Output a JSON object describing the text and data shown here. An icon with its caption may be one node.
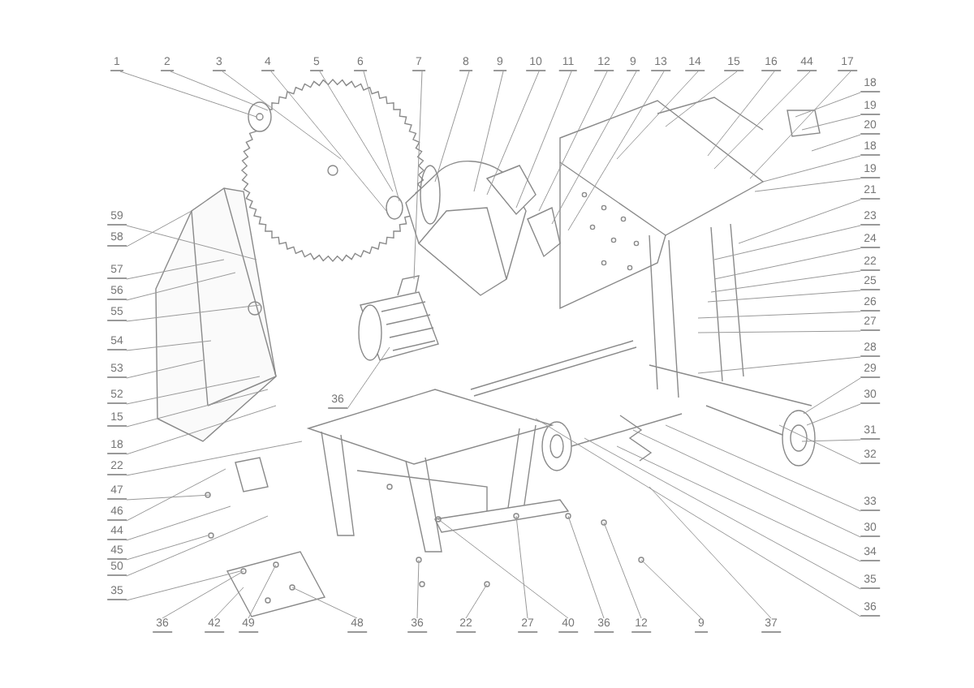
{
  "diagram": {
    "nodes": [
      {
        "text": [
          "1"
        ]
      },
      {
        "text": [
          "2"
        ]
      },
      {
        "text": [
          "3"
        ]
      },
      {
        "text": [
          "4"
        ]
      },
      {
        "text": [
          "5"
        ]
      },
      {
        "text": [
          "6"
        ]
      },
      {
        "text": [
          "7"
        ]
      },
      {
        "text": [
          "8"
        ]
      },
      {
        "text": [
          "9"
        ]
      },
      {
        "text": [
          "10"
        ]
      },
      {
        "text": [
          "11"
        ]
      },
      {
        "text": [
          "12"
        ]
      },
      {
        "text": [
          "9"
        ]
      },
      {
        "text": [
          "13"
        ]
      },
      {
        "text": [
          "14"
        ]
      },
      {
        "text": [
          "15"
        ]
      },
      {
        "text": [
          "16"
        ]
      },
      {
        "text": [
          "44"
        ]
      },
      {
        "text": [
          "17"
        ]
      },
      {
        "text": [
          "18"
        ]
      },
      {
        "text": [
          "19"
        ]
      },
      {
        "text": [
          "20"
        ]
      },
      {
        "text": [
          "18"
        ]
      },
      {
        "text": [
          "19"
        ]
      },
      {
        "text": [
          "21"
        ]
      },
      {
        "text": [
          "23"
        ]
      },
      {
        "text": [
          "24"
        ]
      },
      {
        "text": [
          "22"
        ]
      },
      {
        "text": [
          "25"
        ]
      },
      {
        "text": [
          "26"
        ]
      },
      {
        "text": [
          "27"
        ]
      },
      {
        "text": [
          "28"
        ]
      },
      {
        "text": [
          "29"
        ]
      },
      {
        "text": [
          "30"
        ]
      },
      {
        "text": [
          "31"
        ]
      },
      {
        "text": [
          "32"
        ]
      },
      {
        "text": [
          "33"
        ]
      },
      {
        "text": [
          "30"
        ]
      },
      {
        "text": [
          "34"
        ]
      },
      {
        "text": [
          "35"
        ]
      },
      {
        "text": [
          "36"
        ]
      },
      {
        "text": [
          "59"
        ]
      },
      {
        "text": [
          "58"
        ]
      },
      {
        "text": [
          "57"
        ]
      },
      {
        "text": [
          "56"
        ]
      },
      {
        "text": [
          "55"
        ]
      },
      {
        "text": [
          "54"
        ]
      },
      {
        "text": [
          "53"
        ]
      },
      {
        "text": [
          "52"
        ]
      },
      {
        "text": [
          "15"
        ]
      },
      {
        "text": [
          "18"
        ]
      },
      {
        "text": [
          "22"
        ]
      },
      {
        "text": [
          "47"
        ]
      },
      {
        "text": [
          "46"
        ]
      },
      {
        "text": [
          "44"
        ]
      },
      {
        "text": [
          "45"
        ]
      },
      {
        "text": [
          "50"
        ]
      },
      {
        "text": [
          "35"
        ]
      },
      {
        "text": [
          "36"
        ]
      },
      {
        "text": [
          "36"
        ]
      },
      {
        "text": [
          "42"
        ]
      },
      {
        "text": [
          "49"
        ]
      },
      {
        "text": [
          "48"
        ]
      },
      {
        "text": [
          "36"
        ]
      },
      {
        "text": [
          "22"
        ]
      },
      {
        "text": [
          "27"
        ]
      },
      {
        "text": [
          "40"
        ]
      },
      {
        "text": [
          "36"
        ]
      },
      {
        "text": [
          "12"
        ]
      },
      {
        "text": [
          "9"
        ]
      },
      {
        "text": [
          "37"
        ]
      }
    ],
    "edges": [
      {
        "from": 0,
        "to": null,
        "arrow": "none"
      },
      {
        "from": 1,
        "to": null,
        "arrow": "none"
      },
      {
        "from": 2,
        "to": null,
        "arrow": "none"
      },
      {
        "from": 3,
        "to": null,
        "arrow": "none"
      },
      {
        "from": 4,
        "to": null,
        "arrow": "none"
      },
      {
        "from": 5,
        "to": null,
        "arrow": "none"
      },
      {
        "from": 6,
        "to": null,
        "arrow": "none"
      },
      {
        "from": 7,
        "to": null,
        "arrow": "none"
      },
      {
        "from": 8,
        "to": null,
        "arrow": "none"
      },
      {
        "from": 9,
        "to": null,
        "arrow": "none"
      },
      {
        "from": 10,
        "to": null,
        "arrow": "none"
      },
      {
        "from": 11,
        "to": null,
        "arrow": "none"
      },
      {
        "from": 12,
        "to": null,
        "arrow": "none"
      },
      {
        "from": 13,
        "to": null,
        "arrow": "none"
      },
      {
        "from": 14,
        "to": null,
        "arrow": "none"
      },
      {
        "from": 15,
        "to": null,
        "arrow": "none"
      },
      {
        "from": 16,
        "to": null,
        "arrow": "none"
      },
      {
        "from": 17,
        "to": null,
        "arrow": "none"
      },
      {
        "from": 18,
        "to": null,
        "arrow": "none"
      },
      {
        "from": 19,
        "to": null,
        "arrow": "none"
      },
      {
        "from": 20,
        "to": null,
        "arrow": "none"
      },
      {
        "from": 21,
        "to": null,
        "arrow": "none"
      },
      {
        "from": 22,
        "to": null,
        "arrow": "none"
      },
      {
        "from": 23,
        "to": null,
        "arrow": "none"
      },
      {
        "from": 24,
        "to": null,
        "arrow": "none"
      },
      {
        "from": 25,
        "to": null,
        "arrow": "none"
      },
      {
        "from": 26,
        "to": null,
        "arrow": "none"
      },
      {
        "from": 27,
        "to": null,
        "arrow": "none"
      },
      {
        "from": 28,
        "to": null,
        "arrow": "none"
      },
      {
        "from": 29,
        "to": null,
        "arrow": "none"
      },
      {
        "from": 30,
        "to": null,
        "arrow": "none"
      },
      {
        "from": 31,
        "to": null,
        "arrow": "none"
      },
      {
        "from": 32,
        "to": null,
        "arrow": "none"
      },
      {
        "from": 33,
        "to": null,
        "arrow": "none"
      },
      {
        "from": 34,
        "to": null,
        "arrow": "none"
      },
      {
        "from": 35,
        "to": null,
        "arrow": "none"
      },
      {
        "from": 36,
        "to": null,
        "arrow": "none"
      },
      {
        "from": 37,
        "to": null,
        "arrow": "none"
      },
      {
        "from": 38,
        "to": null,
        "arrow": "none"
      },
      {
        "from": 39,
        "to": null,
        "arrow": "none"
      },
      {
        "from": 40,
        "to": null,
        "arrow": "none"
      },
      {
        "from": 41,
        "to": null,
        "arrow": "none"
      },
      {
        "from": 42,
        "to": null,
        "arrow": "none"
      },
      {
        "from": 43,
        "to": null,
        "arrow": "none"
      },
      {
        "from": 44,
        "to": null,
        "arrow": "none"
      },
      {
        "from": 45,
        "to": null,
        "arrow": "none"
      },
      {
        "from": 46,
        "to": null,
        "arrow": "none"
      },
      {
        "from": 47,
        "to": null,
        "arrow": "none"
      },
      {
        "from": 48,
        "to": null,
        "arrow": "none"
      },
      {
        "from": 49,
        "to": null,
        "arrow": "none"
      },
      {
        "from": 50,
        "to": null,
        "arrow": "none"
      },
      {
        "from": 51,
        "to": null,
        "arrow": "none"
      },
      {
        "from": 52,
        "to": null,
        "arrow": "none"
      },
      {
        "from": 53,
        "to": null,
        "arrow": "none"
      },
      {
        "from": 54,
        "to": null,
        "arrow": "none"
      },
      {
        "from": 55,
        "to": null,
        "arrow": "none"
      },
      {
        "from": 56,
        "to": null,
        "arrow": "none"
      },
      {
        "from": 57,
        "to": null,
        "arrow": "none"
      },
      {
        "from": 58,
        "to": null,
        "arrow": "none"
      },
      {
        "from": 59,
        "to": null,
        "arrow": "none"
      },
      {
        "from": 60,
        "to": null,
        "arrow": "none"
      },
      {
        "from": 61,
        "to": null,
        "arrow": "none"
      },
      {
        "from": 62,
        "to": null,
        "arrow": "none"
      },
      {
        "from": 63,
        "to": null,
        "arrow": "none"
      },
      {
        "from": 64,
        "to": null,
        "arrow": "none"
      },
      {
        "from": 65,
        "to": null,
        "arrow": "none"
      },
      {
        "from": 66,
        "to": null,
        "arrow": "none"
      },
      {
        "from": 67,
        "to": null,
        "arrow": "none"
      },
      {
        "from": 68,
        "to": null,
        "arrow": "none"
      },
      {
        "from": 69,
        "to": null,
        "arrow": "none"
      },
      {
        "from": 70,
        "to": null,
        "arrow": "none"
      }
    ]
  }
}
